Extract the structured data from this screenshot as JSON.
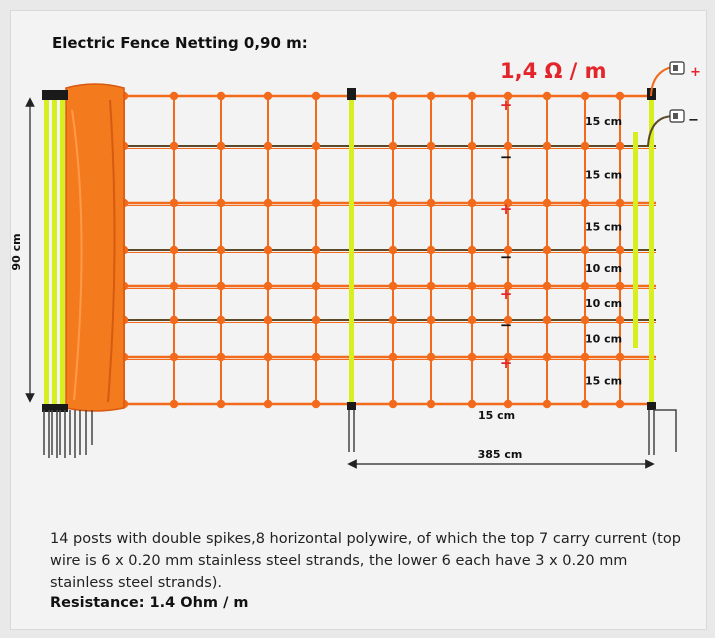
{
  "title": "Electric Fence Netting 0,90 m:",
  "resistance_badge": "1,4 Ω / m",
  "height_label": "90 cm",
  "length_label": "385 cm",
  "mesh_width_label": "15 cm",
  "connector_plus": "+",
  "connector_minus": "−",
  "spacings": [
    {
      "label": "15 cm",
      "polarity": "+"
    },
    {
      "label": "15 cm",
      "polarity": "−"
    },
    {
      "label": "15 cm",
      "polarity": "+"
    },
    {
      "label": "10 cm",
      "polarity": "−"
    },
    {
      "label": "10 cm",
      "polarity": "+"
    },
    {
      "label": "10 cm",
      "polarity": "−"
    },
    {
      "label": "15 cm",
      "polarity": "+"
    }
  ],
  "description": "14 posts with double spikes,8 horizontal polywire, of which the top 7 carry current (top wire is 6 x 0.20 mm stainless steel strands, the lower 6 each have 3 x 0.20 mm stainless steel strands).",
  "resistance_text": "Resistance: 1.4 Ohm / m",
  "colors": {
    "wire": "#f26a1b",
    "plus_wire": "#f26a1b",
    "minus_wire": "#5a4a2a",
    "post": "#d8ef1f",
    "roll": "#f47a1e",
    "accent_red": "#e3262b"
  }
}
